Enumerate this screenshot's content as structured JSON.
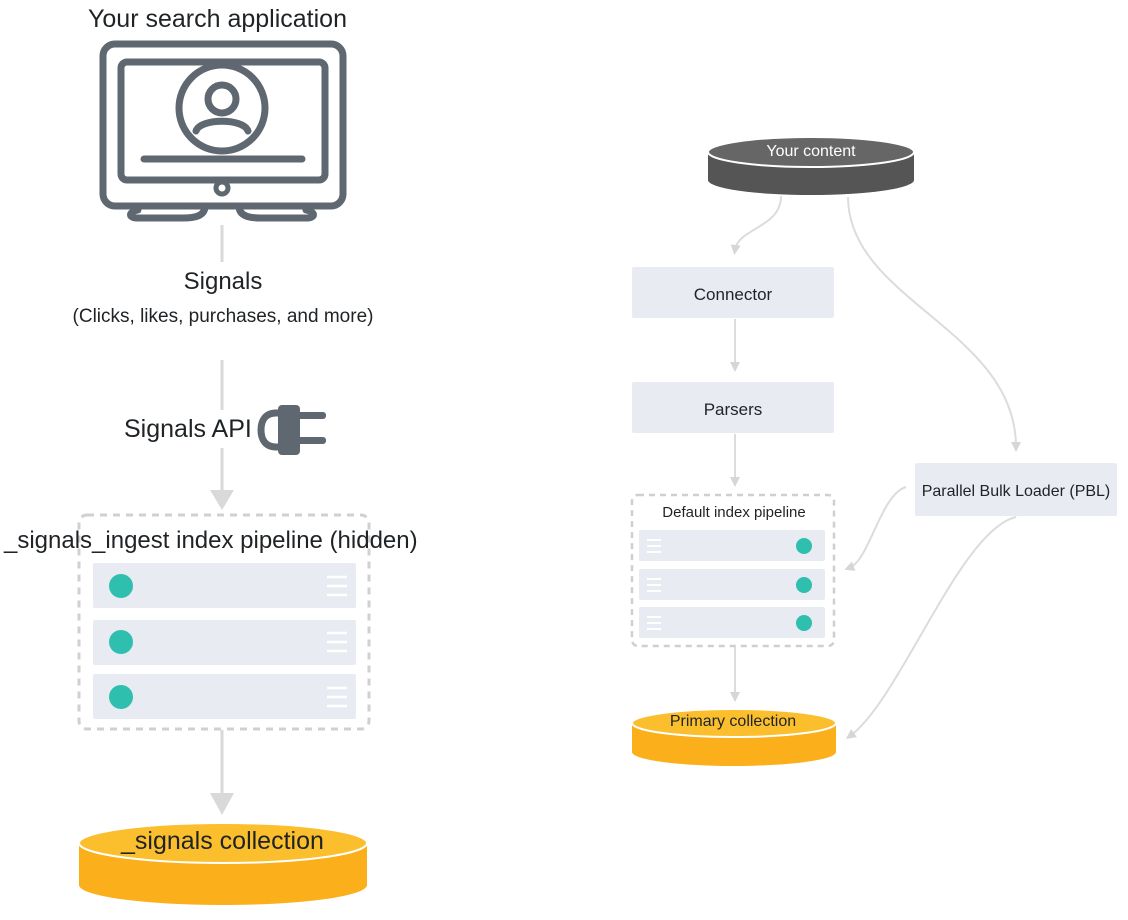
{
  "app": {
    "title": "Your search application"
  },
  "signals": {
    "label": "Signals",
    "description": "(Clicks, likes, purchases, and more)",
    "api_label": "Signals API",
    "pipeline_label": "_signals_ingest index pipeline (hidden)",
    "collection_label": "_signals collection"
  },
  "content": {
    "source_label": "Your content",
    "connector_label": "Connector",
    "parsers_label": "Parsers",
    "pbl_label": "Parallel Bulk Loader (PBL)",
    "pipeline_label": "Default index pipeline",
    "collection_label": "Primary collection"
  },
  "colors": {
    "icon": "#5f6870",
    "box": "#e8ebf1",
    "teal": "#2fbfae",
    "orange": "#fbaf1a",
    "database_dark": "#5b5b5b",
    "arrow": "#d9d9d9"
  }
}
